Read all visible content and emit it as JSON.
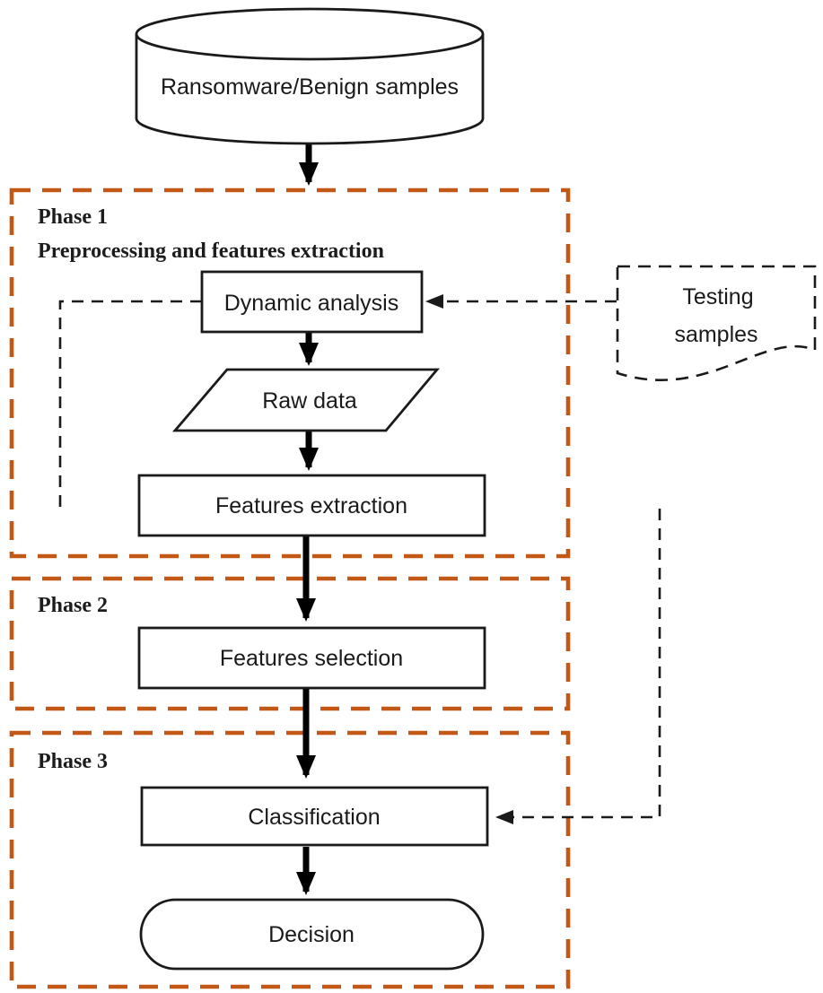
{
  "diagram": {
    "nodes": {
      "database": "Ransomware/Benign samples",
      "dynamic_analysis": "Dynamic analysis",
      "testing_samples_line1": "Testing",
      "testing_samples_line2": "samples",
      "raw_data": "Raw data",
      "features_extraction": "Features extraction",
      "features_selection": "Features selection",
      "classification": "Classification",
      "decision": "Decision"
    },
    "phases": {
      "phase1": {
        "title": "Phase 1",
        "subtitle": "Preprocessing and features extraction"
      },
      "phase2": {
        "title": "Phase 2"
      },
      "phase3": {
        "title": "Phase 3"
      }
    },
    "colors": {
      "phase_border": "#C25716",
      "stroke": "#1A1A1A",
      "background": "#FFFFFF"
    }
  }
}
